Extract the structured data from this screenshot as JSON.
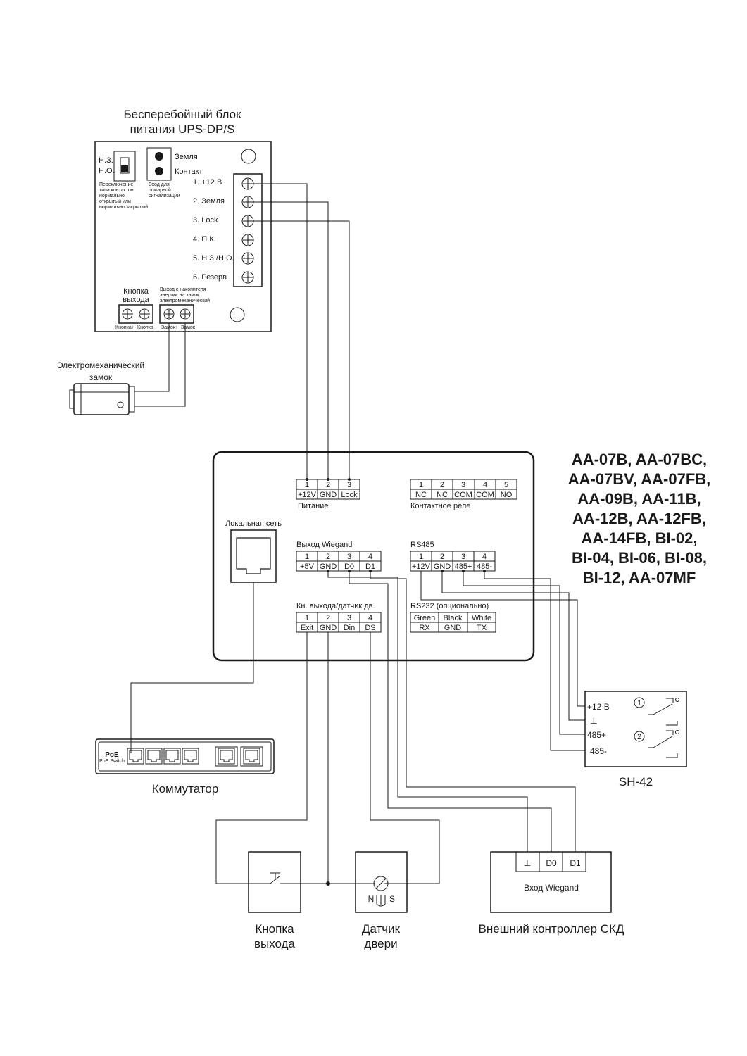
{
  "ups": {
    "title_line1": "Бесперебойный блок",
    "title_line2": "питания UPS-DP/S",
    "switch_nc": "Н.З.",
    "switch_no": "Н.О.",
    "switch_desc": [
      "Переключение",
      "типа контактов:",
      "нормально",
      "открытый или",
      "нормально закрытый"
    ],
    "fire_desc": [
      "Вход для",
      "пожарной",
      "сигнализации"
    ],
    "ground_label": "Земля",
    "contact_label": "Контакт",
    "terminals": [
      "1. +12 В",
      "2. Земля",
      "3. Lock",
      "4. П.К.",
      "5. Н.З./Н.О.",
      "6. Резерв"
    ],
    "exit_button_label_1": "Кнопка",
    "exit_button_label_2": "выхода",
    "lock_out_desc": [
      "Выход с накопителя",
      "энергии на замок",
      "электромеханический"
    ],
    "bottom_terms": [
      "Кнопка+",
      "Кнопка-",
      "Замок+",
      "Замок-"
    ]
  },
  "lock": {
    "label_1": "Электромеханический",
    "label_2": "замок"
  },
  "models": [
    "AA-07B, AA-07BC,",
    "AA-07BV, AA-07FB,",
    "AA-09B, AA-11B,",
    "AA-12B, AA-12FB,",
    "AA-14FB, BI-02,",
    "BI-04, BI-06, BI-08,",
    "BI-12, AA-07MF"
  ],
  "panel": {
    "lan_label": "Локальная сеть",
    "power": {
      "nums": [
        "1",
        "2",
        "3"
      ],
      "pins": [
        "+12V",
        "GND",
        "Lock"
      ],
      "label": "Питание"
    },
    "relay": {
      "nums": [
        "1",
        "2",
        "3",
        "4",
        "5"
      ],
      "pins": [
        "NC",
        "NC",
        "COM",
        "COM",
        "NO"
      ],
      "label": "Контактное реле"
    },
    "wiegand": {
      "title": "Выход Wiegand",
      "nums": [
        "1",
        "2",
        "3",
        "4"
      ],
      "pins": [
        "+5V",
        "GND",
        "D0",
        "D1"
      ]
    },
    "rs485": {
      "title": "RS485",
      "nums": [
        "1",
        "2",
        "3",
        "4"
      ],
      "pins": [
        "+12V",
        "GND",
        "485+",
        "485-"
      ]
    },
    "exit": {
      "title": "Кн. выхода/датчик дв.",
      "nums": [
        "1",
        "2",
        "3",
        "4"
      ],
      "pins": [
        "Exit",
        "GND",
        "Din",
        "DS"
      ]
    },
    "rs232": {
      "title": "RS232 (опционально)",
      "colors": [
        "Green",
        "Black",
        "White"
      ],
      "pins": [
        "RX",
        "GND",
        "TX"
      ]
    }
  },
  "sh42": {
    "pins": [
      "+12 В",
      "⊥",
      "485+",
      "485-"
    ],
    "relay_nums": [
      "1",
      "2"
    ],
    "label": "SH-42"
  },
  "switch_dev": {
    "poe": "PoE",
    "poe_sub": "PoE Switch",
    "label": "Коммутатор"
  },
  "exit_button": {
    "label_1": "Кнопка",
    "label_2": "выхода"
  },
  "door_sensor": {
    "label_1": "Датчик",
    "label_2": "двери",
    "n": "N",
    "s": "S"
  },
  "controller": {
    "pins": [
      "⊥",
      "D0",
      "D1"
    ],
    "input_label": "Вход Wiegand",
    "label": "Внешний контроллер СКД"
  }
}
